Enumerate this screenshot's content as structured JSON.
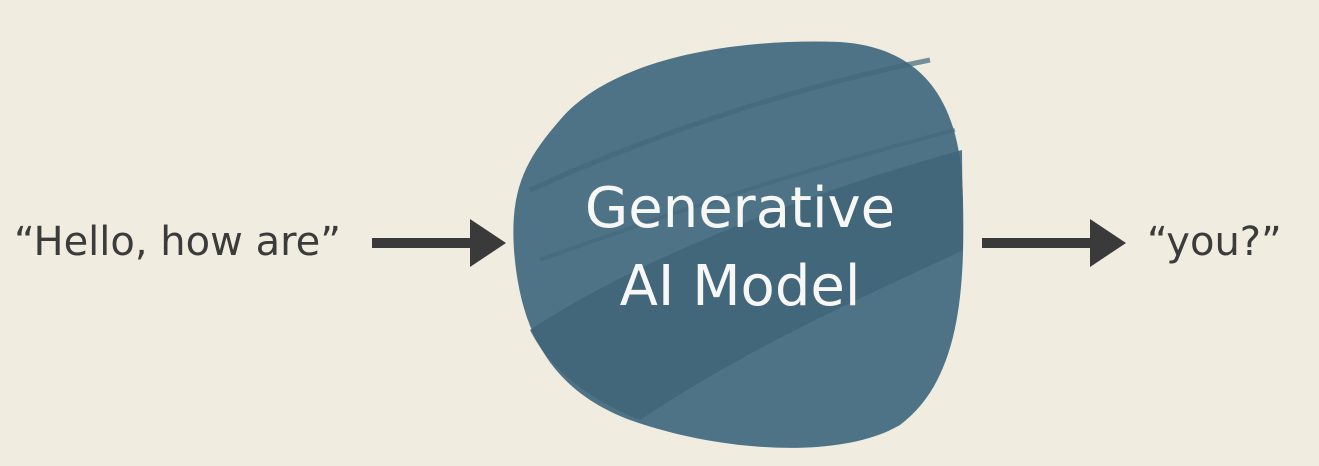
{
  "input_text": "“Hello, how are”",
  "model": {
    "line1": "Generative",
    "line2": "AI Model"
  },
  "output_text": "“you?”",
  "colors": {
    "background": "#f1ece0",
    "blob": "#4e7386",
    "blob_dark": "#416579",
    "text": "#3b3b3b",
    "arrow": "#3a3a3a"
  }
}
